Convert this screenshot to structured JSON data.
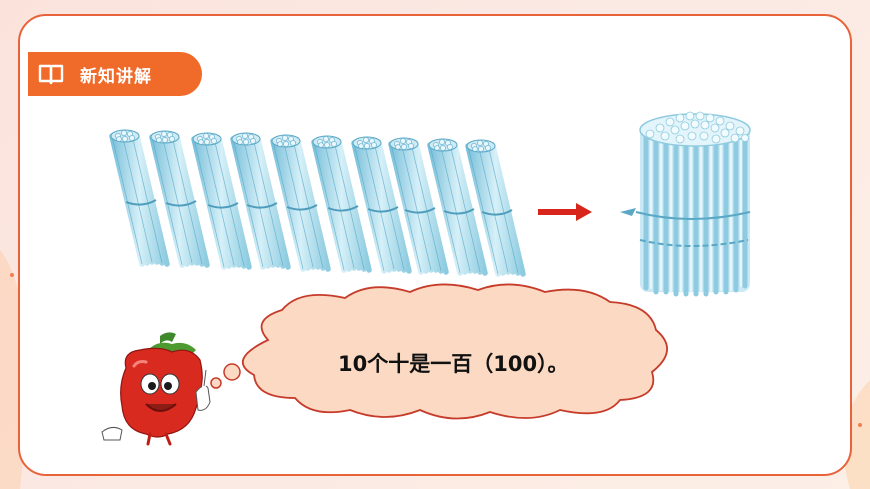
{
  "header": {
    "section_title": "新知讲解"
  },
  "statement": {
    "text": "10个十是一百（100）。"
  },
  "icons": {
    "section_icon": "book-icon",
    "arrow": "arrow-right-icon",
    "mascot": "bell-pepper-mascot",
    "bundle": "stick-bundle-of-ten",
    "big_bundle": "stick-bundle-of-hundred"
  },
  "counts": {
    "small_bundles": 10
  },
  "colors": {
    "accent": "#f06a2a",
    "border": "#e8623a",
    "arrow": "#d8261c",
    "cloud_fill": "#fcd9c2",
    "cloud_stroke": "#c63b2a",
    "stick": "#a6d8ea"
  }
}
